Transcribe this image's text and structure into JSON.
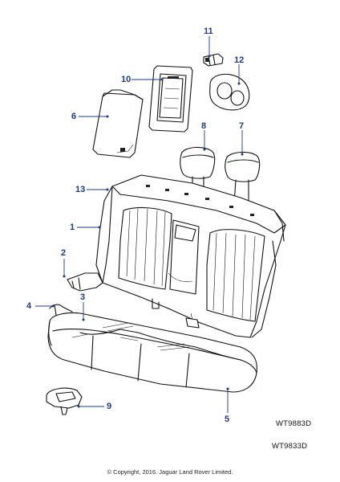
{
  "diagram": {
    "callouts": [
      {
        "id": "c11",
        "label": "11"
      },
      {
        "id": "c12",
        "label": "12"
      },
      {
        "id": "c10",
        "label": "10"
      },
      {
        "id": "c6",
        "label": "6"
      },
      {
        "id": "c8",
        "label": "8"
      },
      {
        "id": "c7",
        "label": "7"
      },
      {
        "id": "c13",
        "label": "13"
      },
      {
        "id": "c1",
        "label": "1"
      },
      {
        "id": "c2",
        "label": "2"
      },
      {
        "id": "c3",
        "label": "3"
      },
      {
        "id": "c4",
        "label": "4"
      },
      {
        "id": "c9",
        "label": "9"
      },
      {
        "id": "c5",
        "label": "5"
      }
    ],
    "reference_codes": [
      "WT9883D",
      "WT9833D"
    ],
    "copyright": "© Copyright, 2016. Jaguar Land Rover Limited.",
    "colors": {
      "callout": "#1a3a8f",
      "line": "#111111"
    }
  }
}
